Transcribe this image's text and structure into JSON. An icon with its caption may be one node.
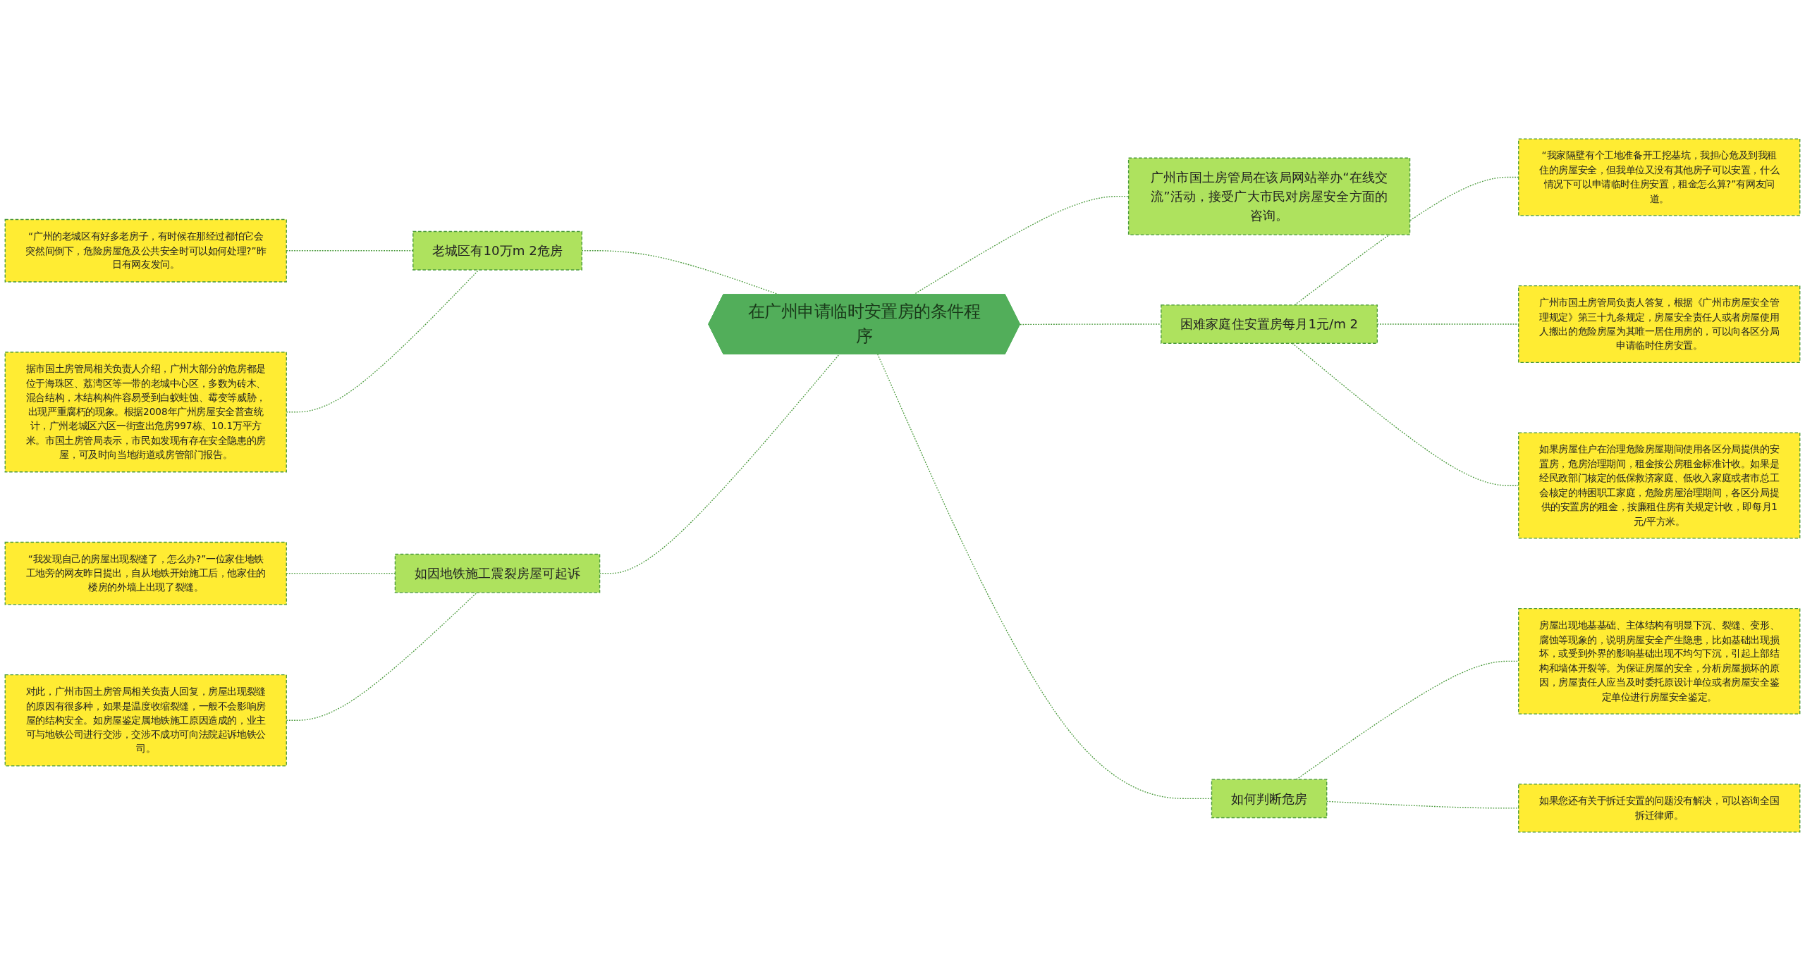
{
  "diagram": {
    "nodes": [
      {
        "text": [
          "在广州申请临时安置房的条件程序"
        ]
      },
      {
        "text": [
          "老城区有10万m 2危房"
        ]
      },
      {
        "text": [
          "“广州的老城区有好多老房子，有时候在那经过都怕它会突然间倒下，危险房屋危及公共安全时可以如何处理?”昨日有网友发问。"
        ]
      },
      {
        "text": [
          "据市国土房管局相关负责人介绍，广州大部分的危房都是位于海珠区、荔湾区等一带的老城中心区，多数为砖木、混合结构，木结构构件容易受到白蚁蛀蚀、霉变等威胁，出现严重腐朽的现象。根据2008年广州房屋安全普查统计，广州老城区六区一街查出危房997栋、10.1万平方米。市国土房管局表示，市民如发现有存在安全隐患的房屋，可及时向当地街道或房管部门报告。"
        ]
      },
      {
        "text": [
          "如因地铁施工震裂房屋可起诉"
        ]
      },
      {
        "text": [
          "“我发现自己的房屋出现裂缝了，怎么办?”一位家住地铁工地旁的网友昨日提出，自从地铁开始施工后，他家住的楼房的外墙上出现了裂缝。"
        ]
      },
      {
        "text": [
          "对此，广州市国土房管局相关负责人回复，房屋出现裂缝的原因有很多种，如果是温度收缩裂缝，一般不会影响房屋的结构安全。如房屋鉴定属地铁施工原因造成的，业主可与地铁公司进行交涉，交涉不成功可向法院起诉地铁公司。"
        ]
      },
      {
        "text": [
          "广州市国土房管局在该局网站举办“在线交流”活动，接受广大市民对房屋安全方面的咨询。"
        ]
      },
      {
        "text": [
          "困难家庭住安置房每月1元/m 2"
        ]
      },
      {
        "text": [
          "“我家隔壁有个工地准备开工挖基坑，我担心危及到我租住的房屋安全，但我单位又没有其他房子可以安置，什么情况下可以申请临时住房安置，租金怎么算?”有网友问道。"
        ]
      },
      {
        "text": [
          "广州市国土房管局负责人答复，根据《广州市房屋安全管理规定》第三十九条规定，房屋安全责任人或者房屋使用人搬出的危险房屋为其唯一居住用房的，可以向各区分局申请临时住房安置。"
        ]
      },
      {
        "text": [
          "如果房屋住户在治理危险房屋期间使用各区分局提供的安置房，危房治理期间，租金按公房租金标准计收。如果是经民政部门核定的低保救济家庭、低收入家庭或者市总工会核定的特困职工家庭，危险房屋治理期间，各区分局提供的安置房的租金，按廉租住房有关规定计收，即每月1元/平方米。"
        ]
      },
      {
        "text": [
          "如何判断危房"
        ]
      },
      {
        "text": [
          "房屋出现地基基础、主体结构有明显下沉、裂缝、变形、腐蚀等现象的，说明房屋安全产生隐患，比如基础出现损坏，或受到外界的影响基础出现不均匀下沉，引起上部结构和墙体开裂等。为保证房屋的安全，分析房屋损坏的原因，房屋责任人应当及时委托原设计单位或者房屋安全鉴定单位进行房屋安全鉴定。"
        ]
      },
      {
        "text": [
          "如果您还有关于拆迁安置的问题没有解决，可以咨询全国拆迁律师。"
        ]
      }
    ],
    "edges": [
      {
        "from": 2,
        "to": 1,
        "arrow": "none",
        "style": "dashed"
      },
      {
        "from": 3,
        "to": 1,
        "arrow": "none",
        "style": "dashed"
      },
      {
        "from": 1,
        "to": 0,
        "arrow": "none",
        "style": "dashed"
      },
      {
        "from": 5,
        "to": 4,
        "arrow": "none",
        "style": "dashed"
      },
      {
        "from": 6,
        "to": 4,
        "arrow": "none",
        "style": "dashed"
      },
      {
        "from": 4,
        "to": 0,
        "arrow": "none",
        "style": "dashed"
      },
      {
        "from": 0,
        "to": 7,
        "arrow": "none",
        "style": "dashed"
      },
      {
        "from": 0,
        "to": 8,
        "arrow": "none",
        "style": "dashed"
      },
      {
        "from": 8,
        "to": 9,
        "arrow": "none",
        "style": "dashed"
      },
      {
        "from": 8,
        "to": 10,
        "arrow": "none",
        "style": "dashed"
      },
      {
        "from": 8,
        "to": 11,
        "arrow": "none",
        "style": "dashed"
      },
      {
        "from": 0,
        "to": 12,
        "arrow": "none",
        "style": "dashed"
      },
      {
        "from": 12,
        "to": 13,
        "arrow": "none",
        "style": "dashed"
      },
      {
        "from": 12,
        "to": 14,
        "arrow": "none",
        "style": "dashed"
      }
    ]
  }
}
